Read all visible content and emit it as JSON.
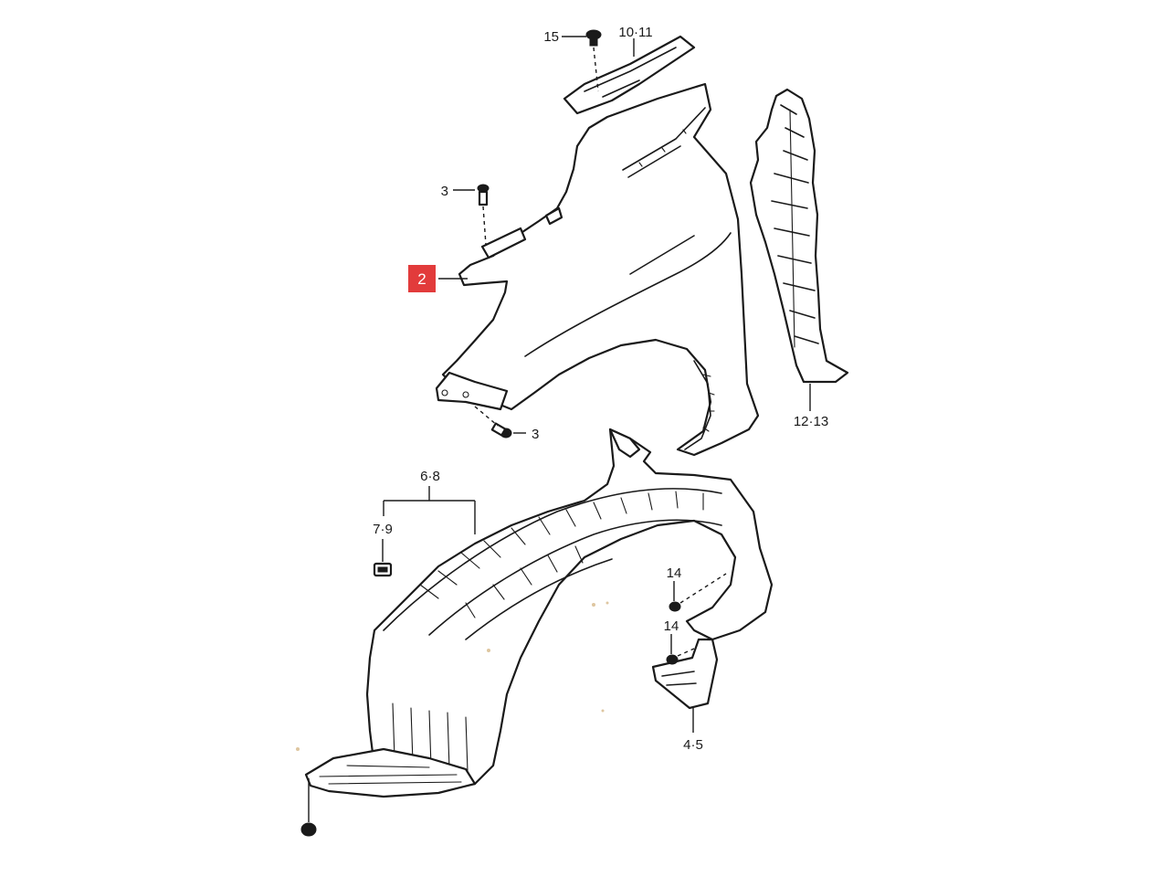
{
  "callouts": {
    "fender": "2",
    "bolt_upper": "3",
    "bolt_lower": "3",
    "clip_top": "15",
    "seal_top": "10·11",
    "side_panel": "12·13",
    "liner": "6·8",
    "nut_clip": "7·9",
    "screw_upper": "14",
    "screw_lower": "14",
    "mudflap": "4·5"
  },
  "colors": {
    "highlight": "#e23b3b",
    "line": "#1a1a1a",
    "background": "#ffffff"
  }
}
